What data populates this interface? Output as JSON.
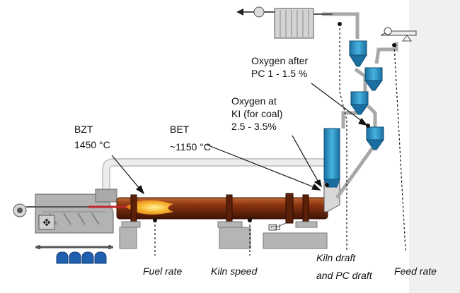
{
  "labels": {
    "bzt": "BZT",
    "bzt_temp": "1450 °C",
    "bet": "BET",
    "bet_temp": "~1150 °C",
    "oxygen_kiln_inlet_line1": "Oxygen at",
    "oxygen_kiln_inlet_line2": "KI (for coal)",
    "oxygen_kiln_inlet_line3": "2.5 - 3.5%",
    "oxygen_after_pc_line1": "Oxygen after",
    "oxygen_after_pc_line2": "PC 1 - 1.5 %",
    "fuel_rate": "Fuel rate",
    "kiln_speed": "Kiln speed",
    "kiln_draft_line1": "Kiln draft",
    "kiln_draft_line2": "and PC draft",
    "feed_rate": "Feed rate"
  },
  "colors": {
    "kiln_body": "#7a2a10",
    "flame": "#f5a623",
    "cyclone": "#2a8fc4",
    "equipment_gray": "#b8b8b8",
    "fan_blue": "#1f5fb0"
  }
}
